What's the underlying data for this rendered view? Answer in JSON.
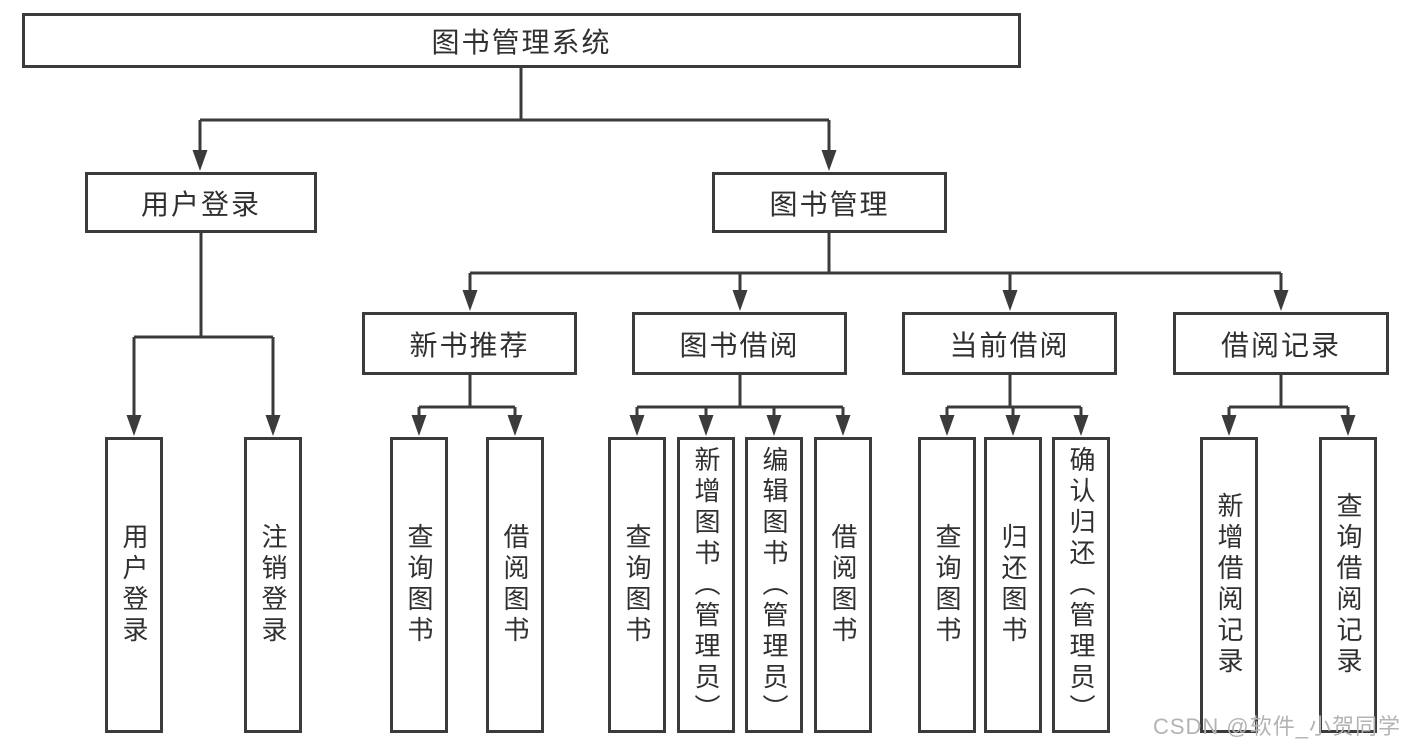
{
  "title": "图书管理系统",
  "watermark": "CSDN @软件_小贺同学",
  "colors": {
    "line": "#3b3b3b",
    "box_border": "#3b3b3b",
    "text": "#303030",
    "background": "#ffffff",
    "watermark": "#b3b3b3"
  },
  "tree": {
    "root": {
      "label": "图书管理系统"
    },
    "level2": [
      {
        "label": "用户登录",
        "children": [
          {
            "label": "用户登录"
          },
          {
            "label": "注销登录"
          }
        ]
      },
      {
        "label": "图书管理",
        "children": [
          {
            "label": "新书推荐",
            "children": [
              {
                "label": "查询图书"
              },
              {
                "label": "借阅图书"
              }
            ]
          },
          {
            "label": "图书借阅",
            "children": [
              {
                "label": "查询图书"
              },
              {
                "label": "新增图书（管理员）"
              },
              {
                "label": "编辑图书（管理员）"
              },
              {
                "label": "借阅图书"
              }
            ]
          },
          {
            "label": "当前借阅",
            "children": [
              {
                "label": "查询图书"
              },
              {
                "label": "归还图书"
              },
              {
                "label": "确认归还（管理员）"
              }
            ]
          },
          {
            "label": "借阅记录",
            "children": [
              {
                "label": "新增借阅记录"
              },
              {
                "label": "查询借阅记录"
              }
            ]
          }
        ]
      }
    ]
  }
}
